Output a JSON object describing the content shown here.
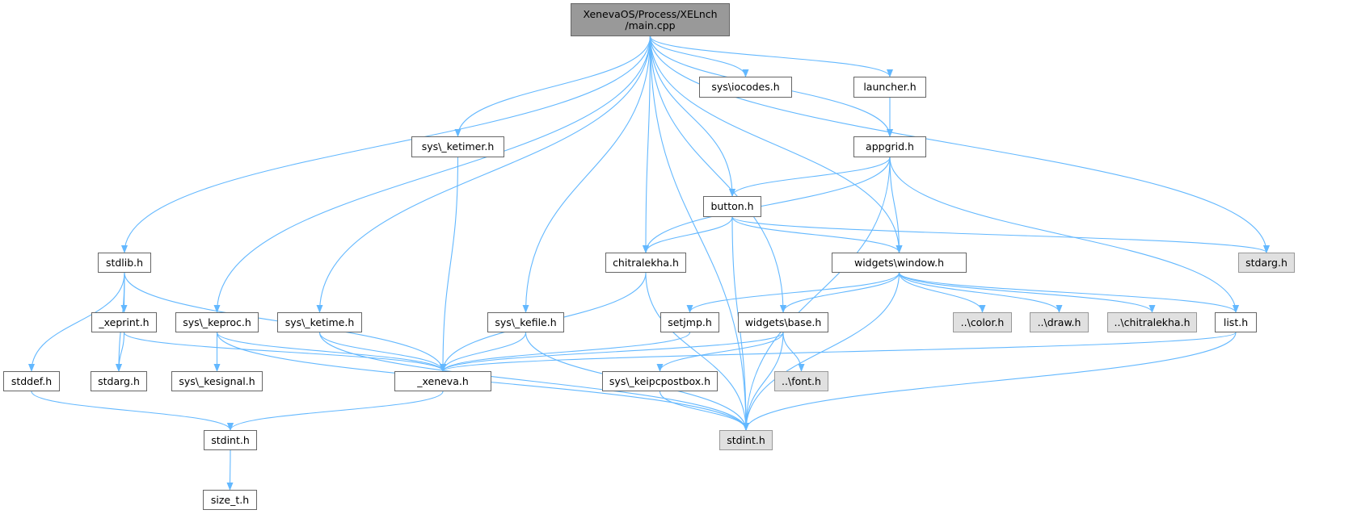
{
  "graph": {
    "title": "XenevaOS/Process/XELnch/main.cpp",
    "colors": {
      "edge": "#63b8ff",
      "root_fill": "#999999",
      "external_fill": "#e0e0e0",
      "node_fill": "#ffffff"
    },
    "nodes": [
      {
        "id": "main",
        "label": "XenevaOS/Process/XELnch\n/main.cpp",
        "kind": "root"
      },
      {
        "id": "iocodes",
        "label": "sys\\iocodes.h",
        "kind": "file"
      },
      {
        "id": "launcher",
        "label": "launcher.h",
        "kind": "file"
      },
      {
        "id": "ketimer",
        "label": "sys\\_ketimer.h",
        "kind": "file"
      },
      {
        "id": "appgrid",
        "label": "appgrid.h",
        "kind": "file"
      },
      {
        "id": "button",
        "label": "button.h",
        "kind": "file"
      },
      {
        "id": "stdlib",
        "label": "stdlib.h",
        "kind": "file"
      },
      {
        "id": "chitralekha",
        "label": "chitralekha.h",
        "kind": "file"
      },
      {
        "id": "window",
        "label": "widgets\\window.h",
        "kind": "file"
      },
      {
        "id": "stdarg_ext",
        "label": "stdarg.h",
        "kind": "external"
      },
      {
        "id": "xeprint",
        "label": "_xeprint.h",
        "kind": "file"
      },
      {
        "id": "keproc",
        "label": "sys\\_keproc.h",
        "kind": "file"
      },
      {
        "id": "ketime",
        "label": "sys\\_ketime.h",
        "kind": "file"
      },
      {
        "id": "kefile",
        "label": "sys\\_kefile.h",
        "kind": "file"
      },
      {
        "id": "setjmp",
        "label": "setjmp.h",
        "kind": "file"
      },
      {
        "id": "base",
        "label": "widgets\\base.h",
        "kind": "file"
      },
      {
        "id": "color",
        "label": "..\\color.h",
        "kind": "external"
      },
      {
        "id": "draw",
        "label": "..\\draw.h",
        "kind": "external"
      },
      {
        "id": "chitra_ext",
        "label": "..\\chitralekha.h",
        "kind": "external"
      },
      {
        "id": "list",
        "label": "list.h",
        "kind": "file"
      },
      {
        "id": "stddef",
        "label": "stddef.h",
        "kind": "file"
      },
      {
        "id": "stdarg",
        "label": "stdarg.h",
        "kind": "file"
      },
      {
        "id": "kesignal",
        "label": "sys\\_kesignal.h",
        "kind": "file"
      },
      {
        "id": "xeneva",
        "label": "_xeneva.h",
        "kind": "file"
      },
      {
        "id": "ipcpostbox",
        "label": "sys\\_keipcpostbox.h",
        "kind": "file"
      },
      {
        "id": "font",
        "label": "..\\font.h",
        "kind": "external"
      },
      {
        "id": "stdint",
        "label": "stdint.h",
        "kind": "file"
      },
      {
        "id": "stdint_ext",
        "label": "stdint.h",
        "kind": "external"
      },
      {
        "id": "size_t",
        "label": "size_t.h",
        "kind": "file"
      }
    ],
    "edges": [
      [
        "main",
        "stdlib"
      ],
      [
        "main",
        "keproc"
      ],
      [
        "main",
        "ketime"
      ],
      [
        "main",
        "ketimer"
      ],
      [
        "main",
        "kefile"
      ],
      [
        "main",
        "base"
      ],
      [
        "main",
        "chitralekha"
      ],
      [
        "main",
        "button"
      ],
      [
        "main",
        "iocodes"
      ],
      [
        "main",
        "appgrid"
      ],
      [
        "main",
        "launcher"
      ],
      [
        "main",
        "window"
      ],
      [
        "main",
        "stdarg_ext"
      ],
      [
        "main",
        "stdint_ext"
      ],
      [
        "launcher",
        "appgrid"
      ],
      [
        "appgrid",
        "chitralekha"
      ],
      [
        "appgrid",
        "button"
      ],
      [
        "appgrid",
        "window"
      ],
      [
        "appgrid",
        "list"
      ],
      [
        "appgrid",
        "stdint_ext"
      ],
      [
        "button",
        "chitralekha"
      ],
      [
        "button",
        "window"
      ],
      [
        "button",
        "stdarg_ext"
      ],
      [
        "button",
        "stdint_ext"
      ],
      [
        "ketimer",
        "xeneva"
      ],
      [
        "stdlib",
        "xeprint"
      ],
      [
        "stdlib",
        "stdarg"
      ],
      [
        "stdlib",
        "stddef"
      ],
      [
        "stdlib",
        "xeneva"
      ],
      [
        "xeprint",
        "stdarg"
      ],
      [
        "xeprint",
        "xeneva"
      ],
      [
        "keproc",
        "kesignal"
      ],
      [
        "keproc",
        "xeneva"
      ],
      [
        "keproc",
        "stdint_ext"
      ],
      [
        "ketime",
        "xeneva"
      ],
      [
        "ketime",
        "stdint_ext"
      ],
      [
        "kefile",
        "xeneva"
      ],
      [
        "kefile",
        "stdint_ext"
      ],
      [
        "chitralekha",
        "xeneva"
      ],
      [
        "chitralekha",
        "stdint_ext"
      ],
      [
        "window",
        "setjmp"
      ],
      [
        "window",
        "base"
      ],
      [
        "window",
        "color"
      ],
      [
        "window",
        "draw"
      ],
      [
        "window",
        "chitra_ext"
      ],
      [
        "window",
        "list"
      ],
      [
        "window",
        "stdint_ext"
      ],
      [
        "setjmp",
        "xeneva"
      ],
      [
        "base",
        "xeneva"
      ],
      [
        "base",
        "ipcpostbox"
      ],
      [
        "base",
        "font"
      ],
      [
        "base",
        "stdint_ext"
      ],
      [
        "list",
        "xeneva"
      ],
      [
        "list",
        "stdint_ext"
      ],
      [
        "ipcpostbox",
        "stdint_ext"
      ],
      [
        "xeneva",
        "stdint"
      ],
      [
        "stddef",
        "stdint"
      ],
      [
        "stdint",
        "size_t"
      ]
    ]
  }
}
